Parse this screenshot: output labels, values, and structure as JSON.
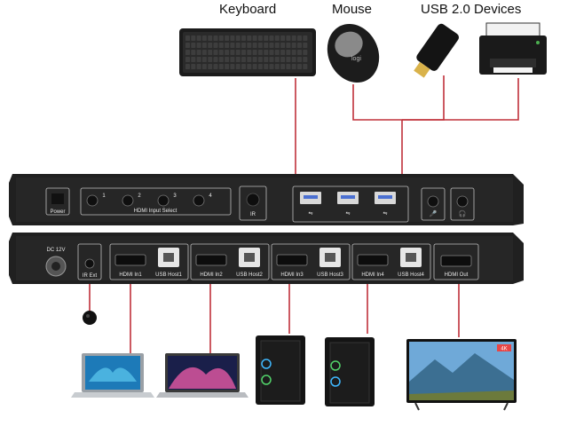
{
  "top_labels": {
    "keyboard": "Keyboard",
    "mouse": "Mouse",
    "usb_devices": "USB 2.0 Devices"
  },
  "front_panel": {
    "power_label": "Power",
    "input_select_label": "HDMI Input Select",
    "ir_label": "IR",
    "buttons": [
      "1",
      "2",
      "3",
      "4"
    ]
  },
  "rear_panel": {
    "dc_label": "DC 12V",
    "ir_ext_label": "IR Ext",
    "ports": [
      {
        "hdmi": "HDMI In1",
        "usb": "USB Host1"
      },
      {
        "hdmi": "HDMI In2",
        "usb": "USB Host2"
      },
      {
        "hdmi": "HDMI In3",
        "usb": "USB Host3"
      },
      {
        "hdmi": "HDMI In4",
        "usb": "USB Host4"
      }
    ],
    "out_label": "HDMI Out"
  },
  "mouse_brand": "logi",
  "tv_badge": "4K",
  "colors": {
    "cable": "#c0303a",
    "chassis": "#1e1e1e",
    "panel_line": "#bfbfbf"
  }
}
